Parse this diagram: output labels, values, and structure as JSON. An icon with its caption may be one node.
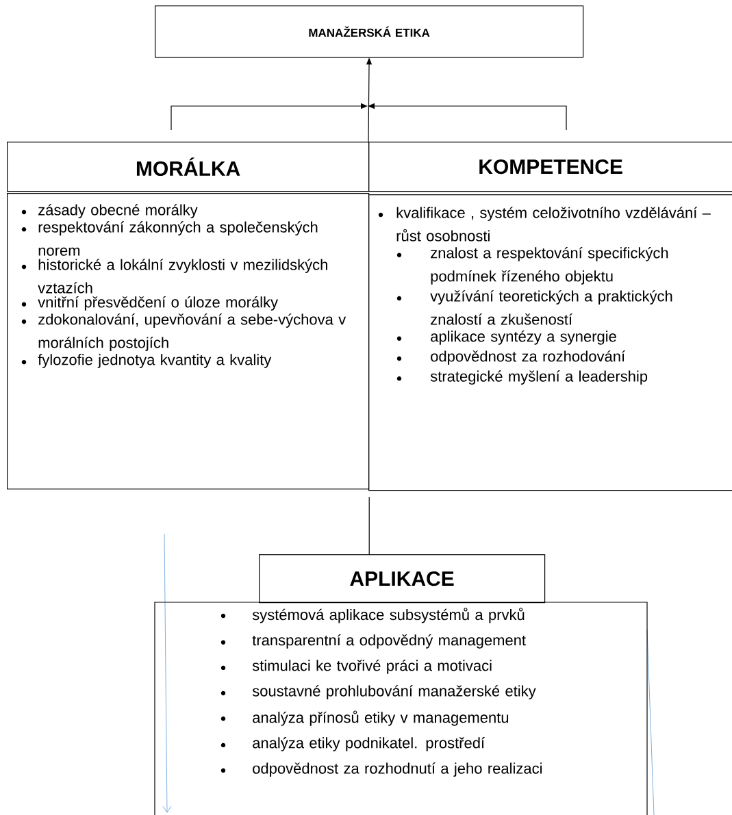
{
  "diagram": {
    "nodes": [
      {
        "text": [
          "MANAŽERSKÁ ETIKA"
        ]
      },
      {
        "text": [
          "MORÁLKA"
        ]
      },
      {
        "text": [
          "KOMPETENCE"
        ]
      },
      {
        "text": [
          "zásady obecné morálky",
          "respektování zákonných a společenských norem",
          "historické a lokální zvyklosti v mezilidských vztazích",
          "vnitřní přesvědčení o úloze morálky",
          "zdokonalování, upevňování a sebe-výchova v morálních postojích",
          "fylozofie jednotya kvantity a kvality"
        ]
      },
      {
        "text": [
          "kvalifikace , systém celoživotního vzdělávání – růst osobnosti",
          "znalost a respektování specifických podmínek řízeného objektu",
          "využívání teoretických a praktických znalostí a zkušeností",
          "aplikace syntézy a synergie",
          "odpovědnost za rozhodování",
          "strategické myšlení a leadership"
        ]
      },
      {
        "text": [
          "APLIKACE"
        ]
      },
      {
        "text": [
          "systémová aplikace subsystémů a prvků",
          "transparentní a odpovědný management",
          "stimulaci ke tvořivé práci a motivaci",
          "soustavné prohlubování manažerské etiky",
          "analýza přínosů etiky v managementu",
          "analýza etiky podnikatel. prostředí",
          "odpovědnost za rozhodnutí a jeho realizaci"
        ]
      }
    ],
    "edges": [
      {
        "from": 1,
        "to": 0,
        "arrow": "to"
      },
      {
        "from": 2,
        "to": 0,
        "arrow": "to"
      },
      {
        "from": 3,
        "to": 5,
        "arrow": "none"
      }
    ]
  }
}
